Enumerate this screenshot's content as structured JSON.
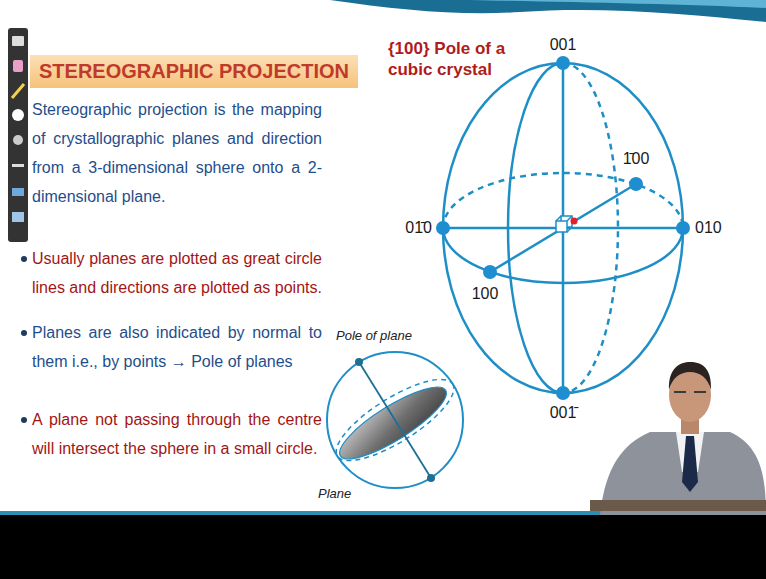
{
  "diagram": {
    "title": "STEREOGRAPHIC PROJECTION",
    "labels": [
      "{100} Pole of a cubic crystal",
      "Stereographic projection is the mapping of crystallographic planes and direction from a 3-dimensional sphere onto a 2-dimensional plane.",
      "Usually planes are plotted as great circle lines and directions are plotted as points.",
      "Planes are also indicated by normal to them i.e., by points → Pole of planes",
      "A plane not passing through the centre will intersect the sphere in a small circle.",
      "001",
      "1̄00",
      "01̄0",
      "010",
      "100",
      "001̄",
      "Pole of plane",
      "Plane"
    ]
  }
}
